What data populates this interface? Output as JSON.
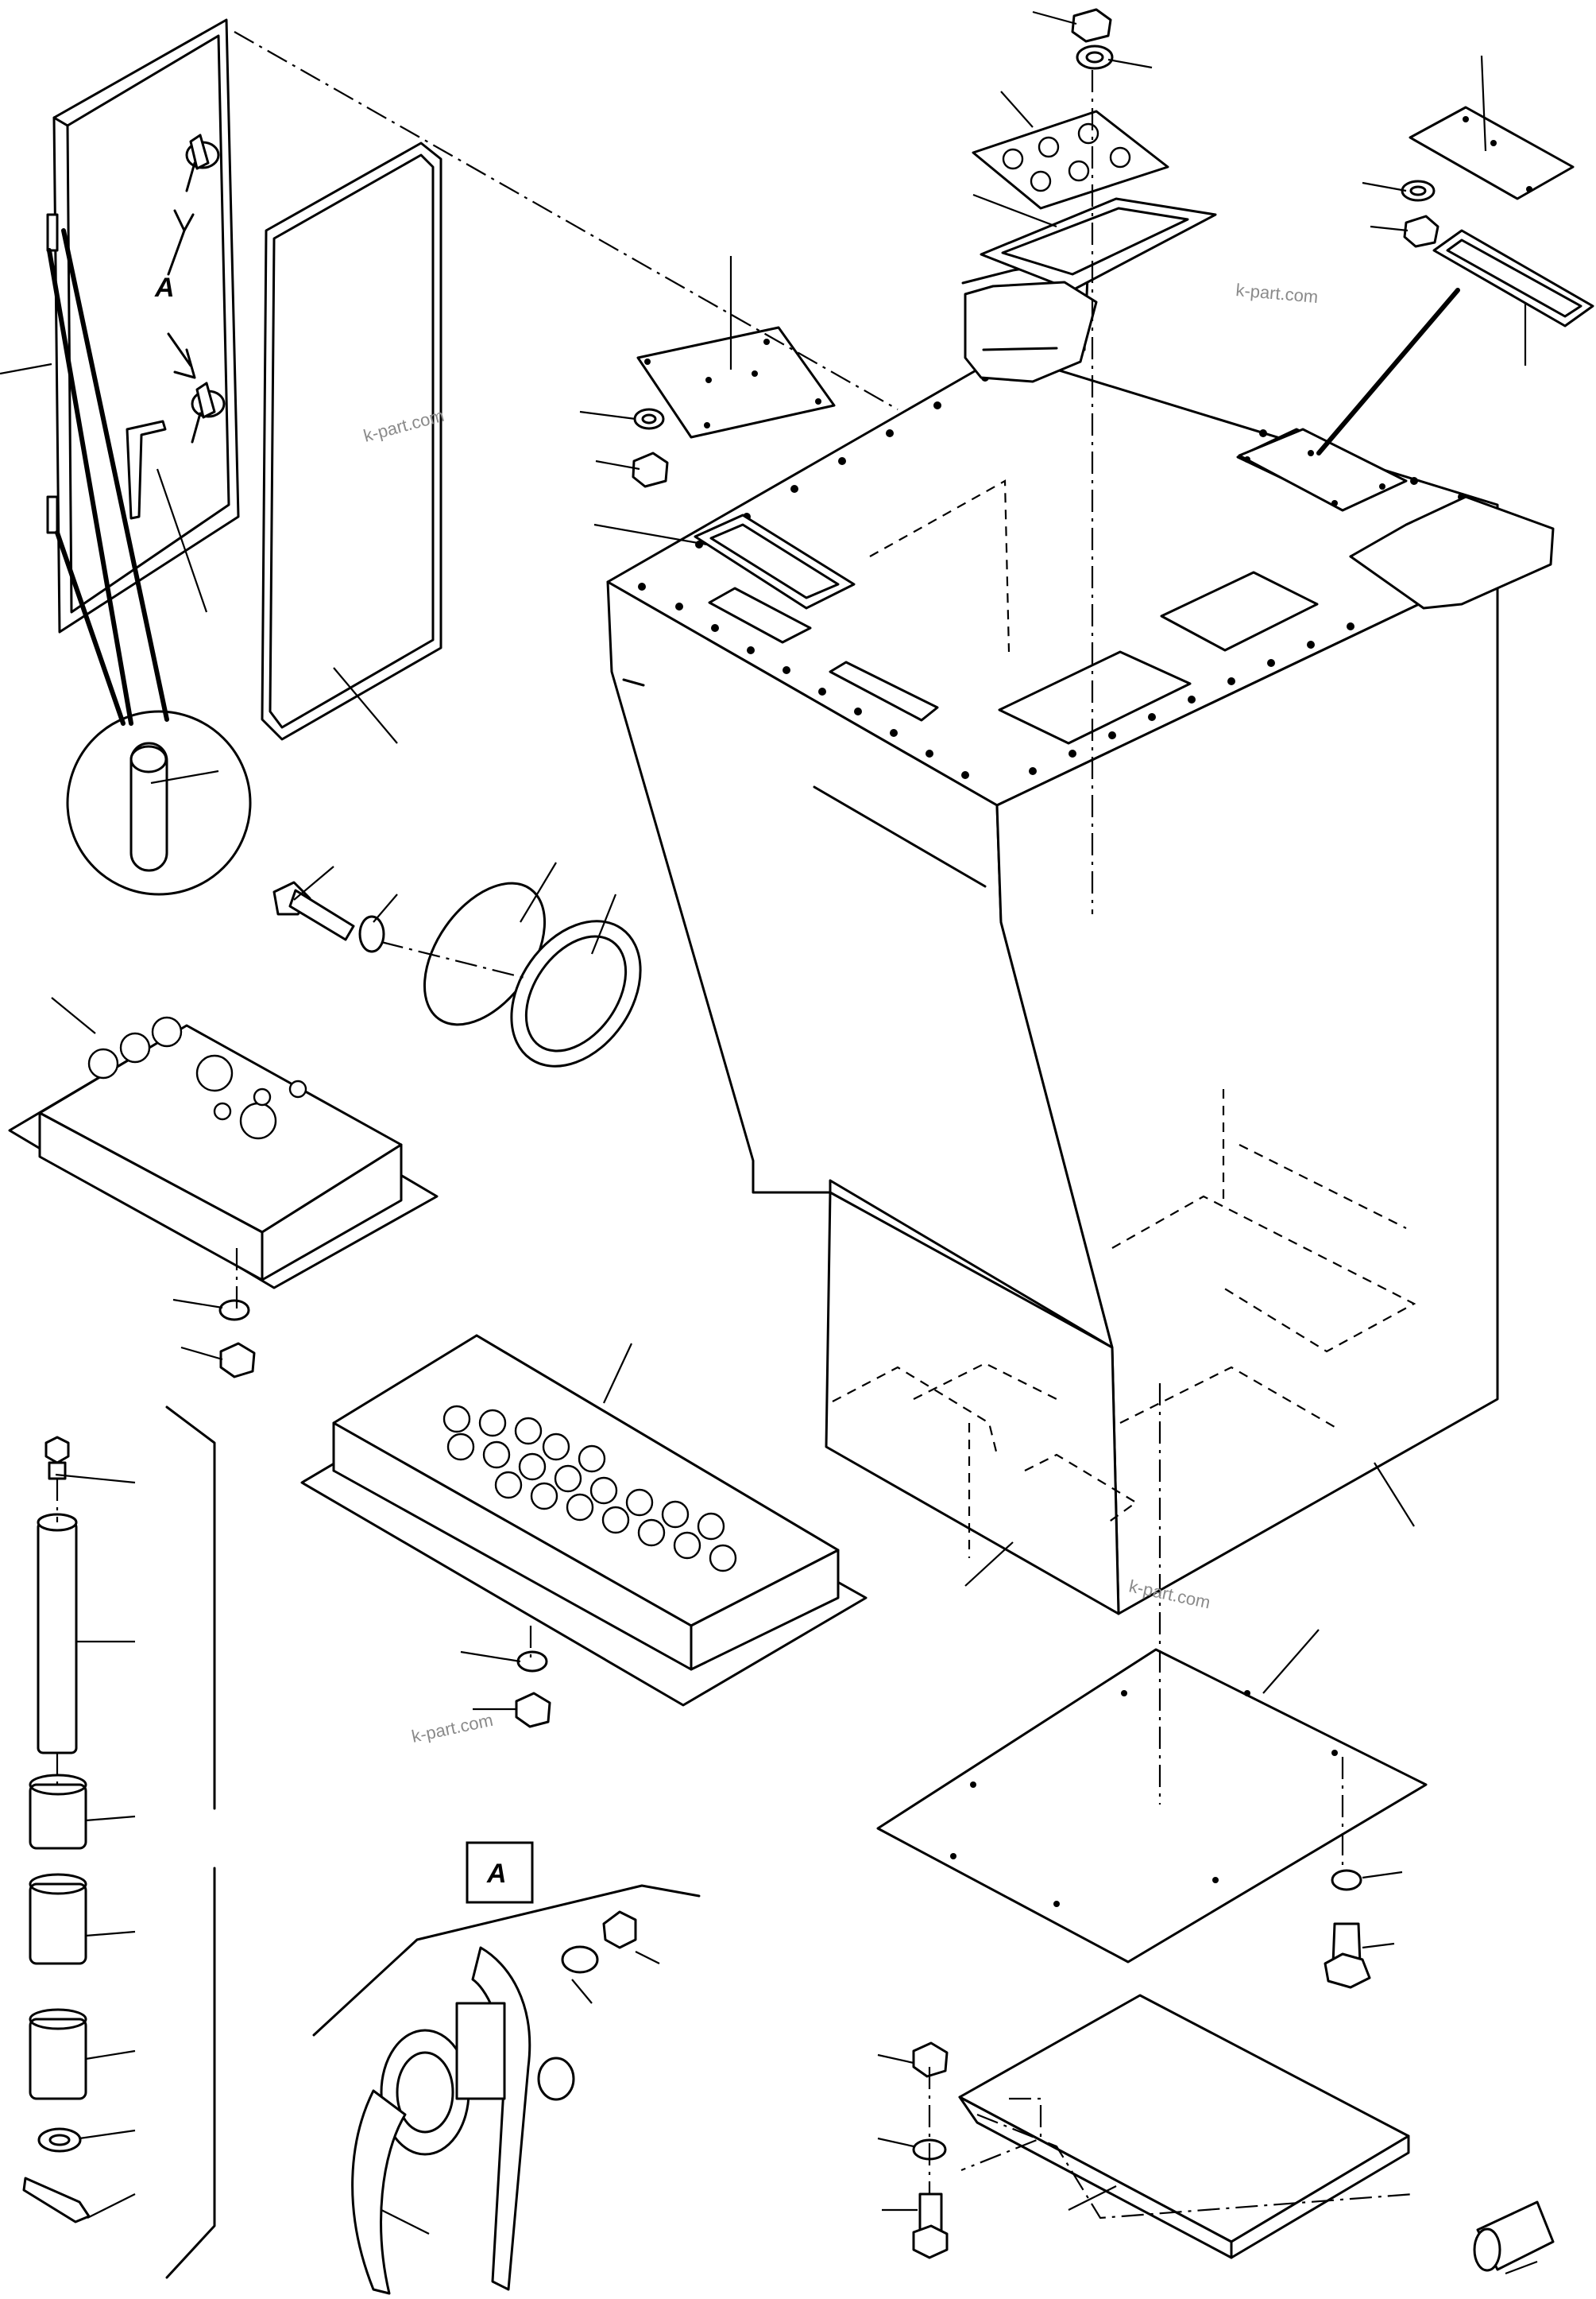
{
  "diagram": {
    "detail_label": "A",
    "callout_box_label": "A",
    "watermarks": [
      "k-part.com",
      "k-part.com",
      "k-part.com",
      "k-part.com"
    ]
  }
}
